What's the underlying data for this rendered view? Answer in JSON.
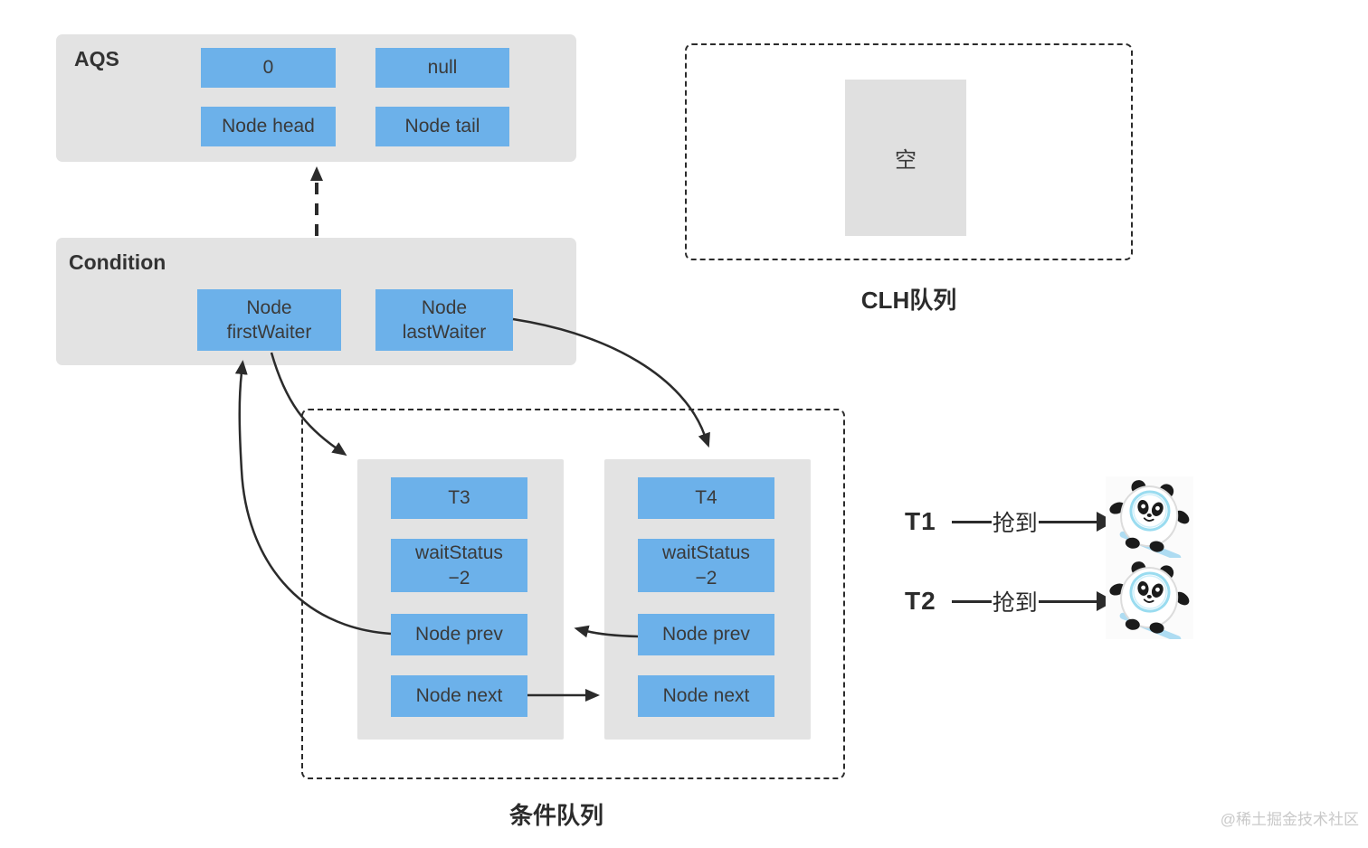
{
  "colors": {
    "cell_blue": "#6cb1ea",
    "panel_gray": "#e3e3e3",
    "arrow_dark": "#2b2b2b",
    "watermark_gray": "#c9c9c9"
  },
  "aqs": {
    "title": "AQS",
    "state": "0",
    "owner": "null",
    "head": "Node head",
    "tail": "Node tail"
  },
  "condition": {
    "title": "Condition",
    "first_waiter": "Node\nfirstWaiter",
    "last_waiter": "Node\nlastWaiter"
  },
  "clh": {
    "empty_label": "空",
    "title": "CLH队列"
  },
  "condition_queue": {
    "title": "条件队列",
    "nodes": [
      {
        "thread": "T3",
        "wait_status": "waitStatus\n−2",
        "prev": "Node prev",
        "next": "Node next"
      },
      {
        "thread": "T4",
        "wait_status": "waitStatus\n−2",
        "prev": "Node prev",
        "next": "Node next"
      }
    ]
  },
  "threads": [
    {
      "name": "T1",
      "action": "抢到",
      "result_icon": "panda-skiing-mascot"
    },
    {
      "name": "T2",
      "action": "抢到",
      "result_icon": "panda-skiing-mascot"
    }
  ],
  "watermark": "@稀土掘金技术社区"
}
